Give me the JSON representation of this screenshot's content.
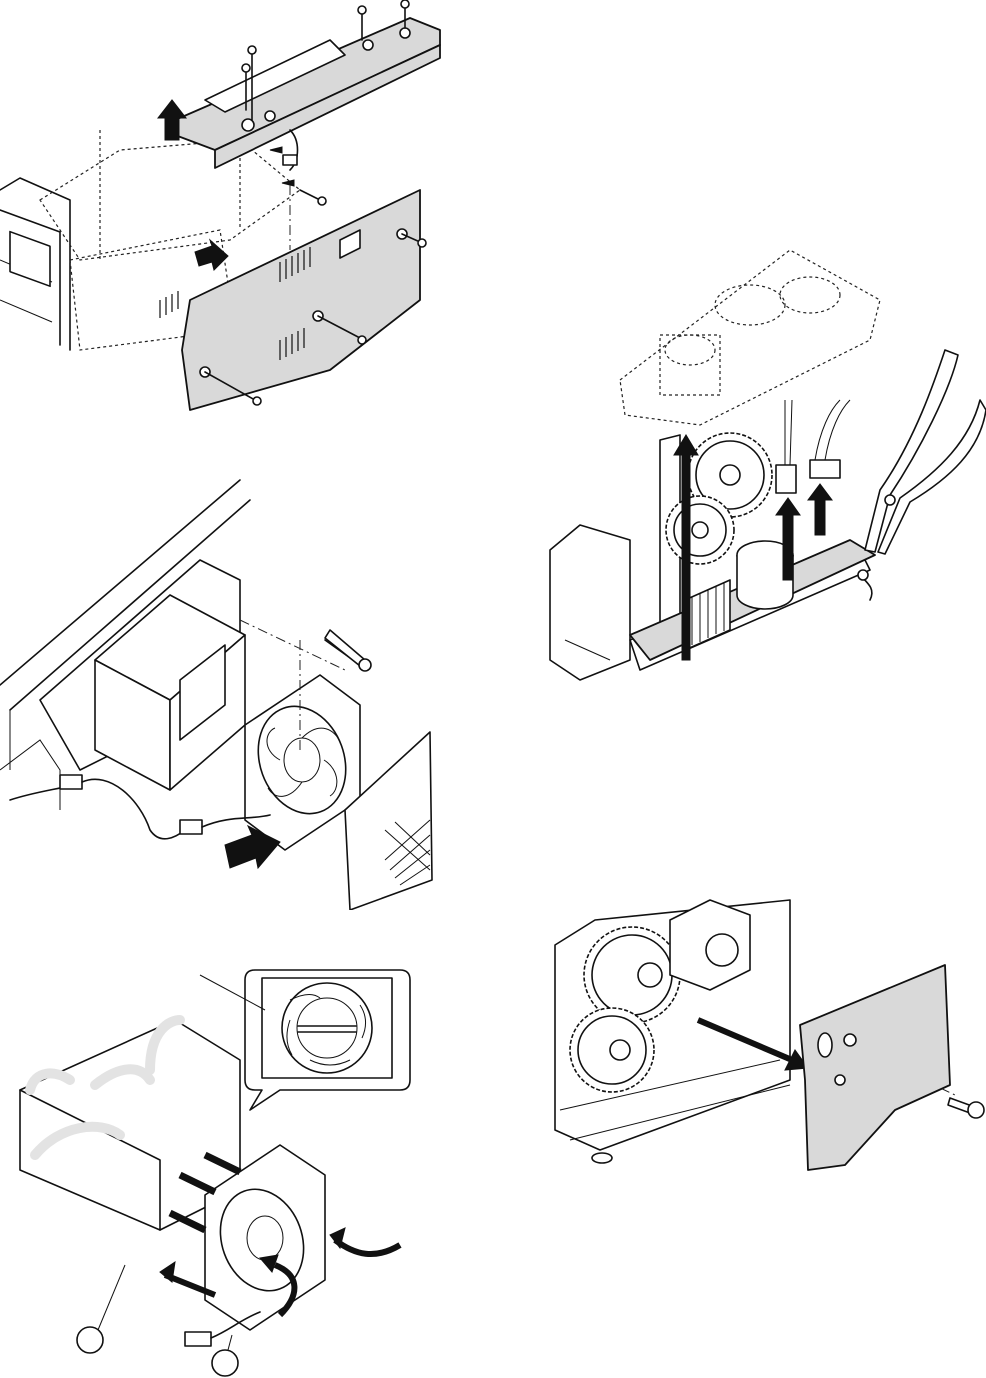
{
  "figures": [
    {
      "id": "upper-cover-removal"
    },
    {
      "id": "fan-removal"
    },
    {
      "id": "fan-airflow-orientation"
    },
    {
      "id": "board-and-gear-removal"
    },
    {
      "id": "bracket-screw-removal"
    }
  ],
  "callouts": [
    "",
    ""
  ],
  "colors": {
    "line": "#111111",
    "plate": "#d9d9d9",
    "airflow": "#e3e3e3"
  }
}
